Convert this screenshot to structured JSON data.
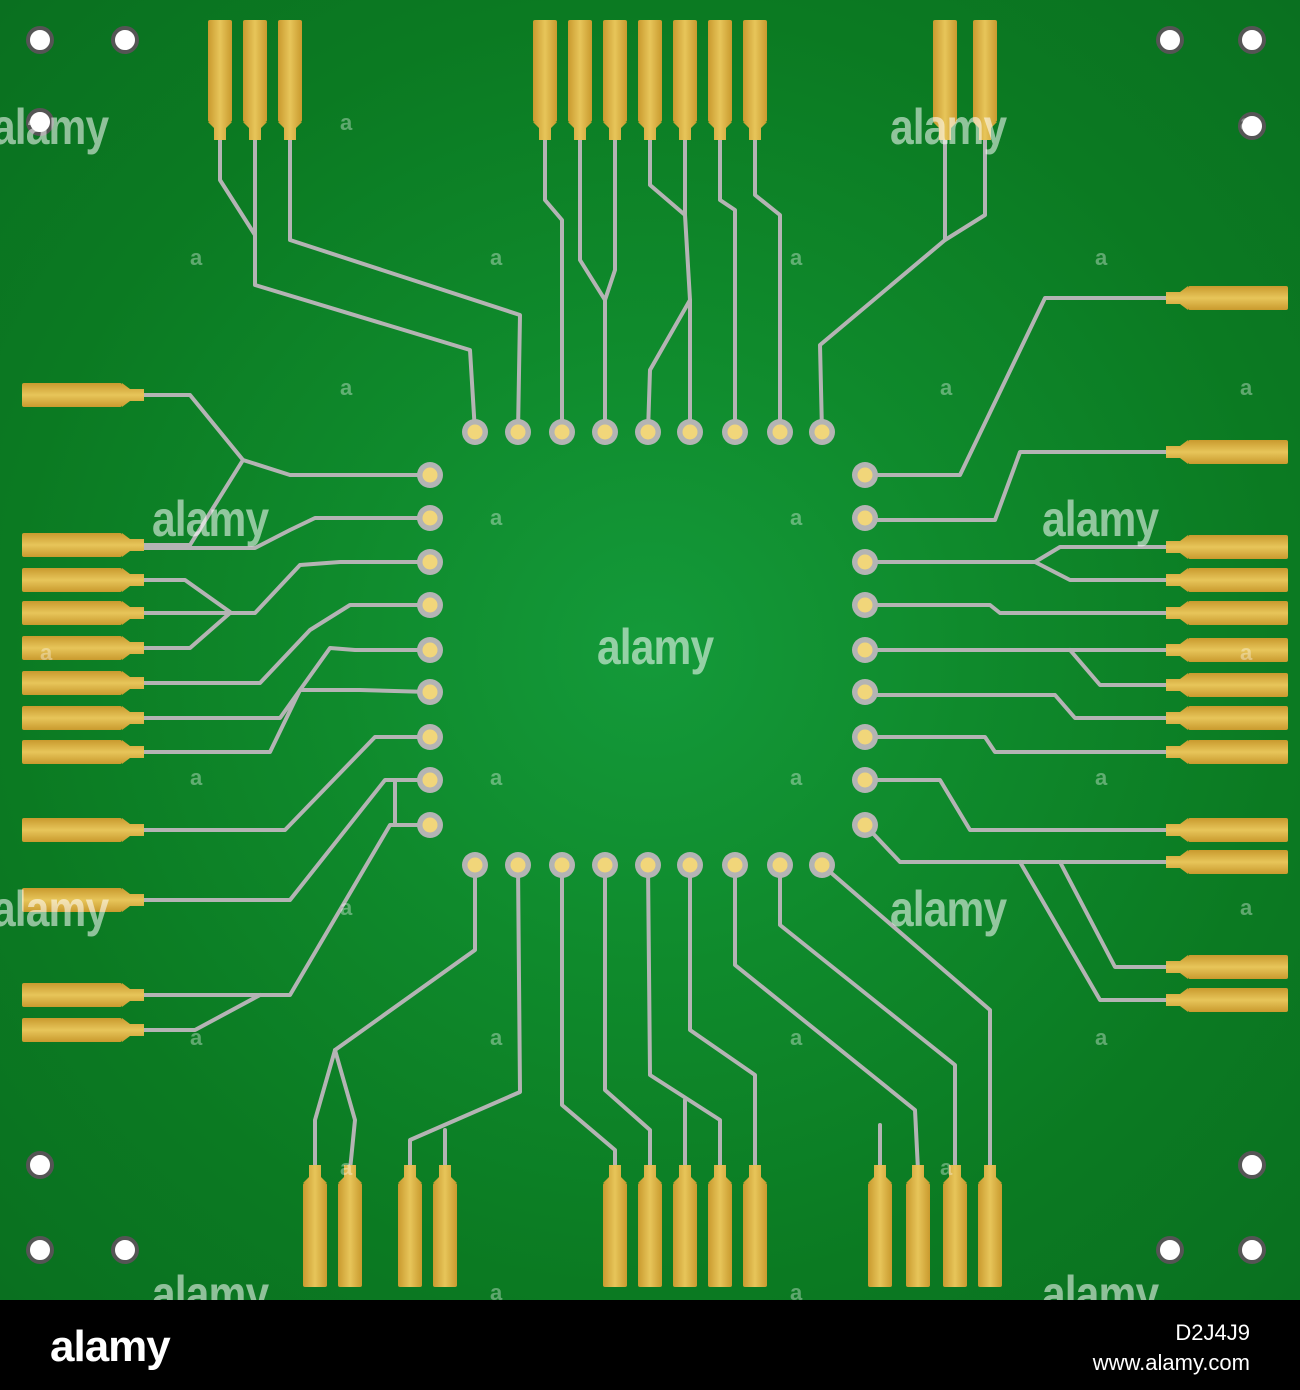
{
  "colors": {
    "board": "#0d8a2c",
    "trace": "#b4b4b4",
    "pad_gold": "#e7c55a",
    "pad_gold_dark": "#c99a2e",
    "via_ring": "#b4b4b4",
    "via_fill": "#f1d67a",
    "hole": "#ffffff",
    "hole_ring": "#555555"
  },
  "icons": {
    "mounting_hole": "mounting-hole-icon",
    "via_pad": "via-pad-icon",
    "connector_pin": "gold-pin-icon"
  },
  "watermark": {
    "text": "alamy",
    "small": "a"
  },
  "footer": {
    "logo": "alamy",
    "image_id": "D2J4J9",
    "site": "www.alamy.com"
  }
}
